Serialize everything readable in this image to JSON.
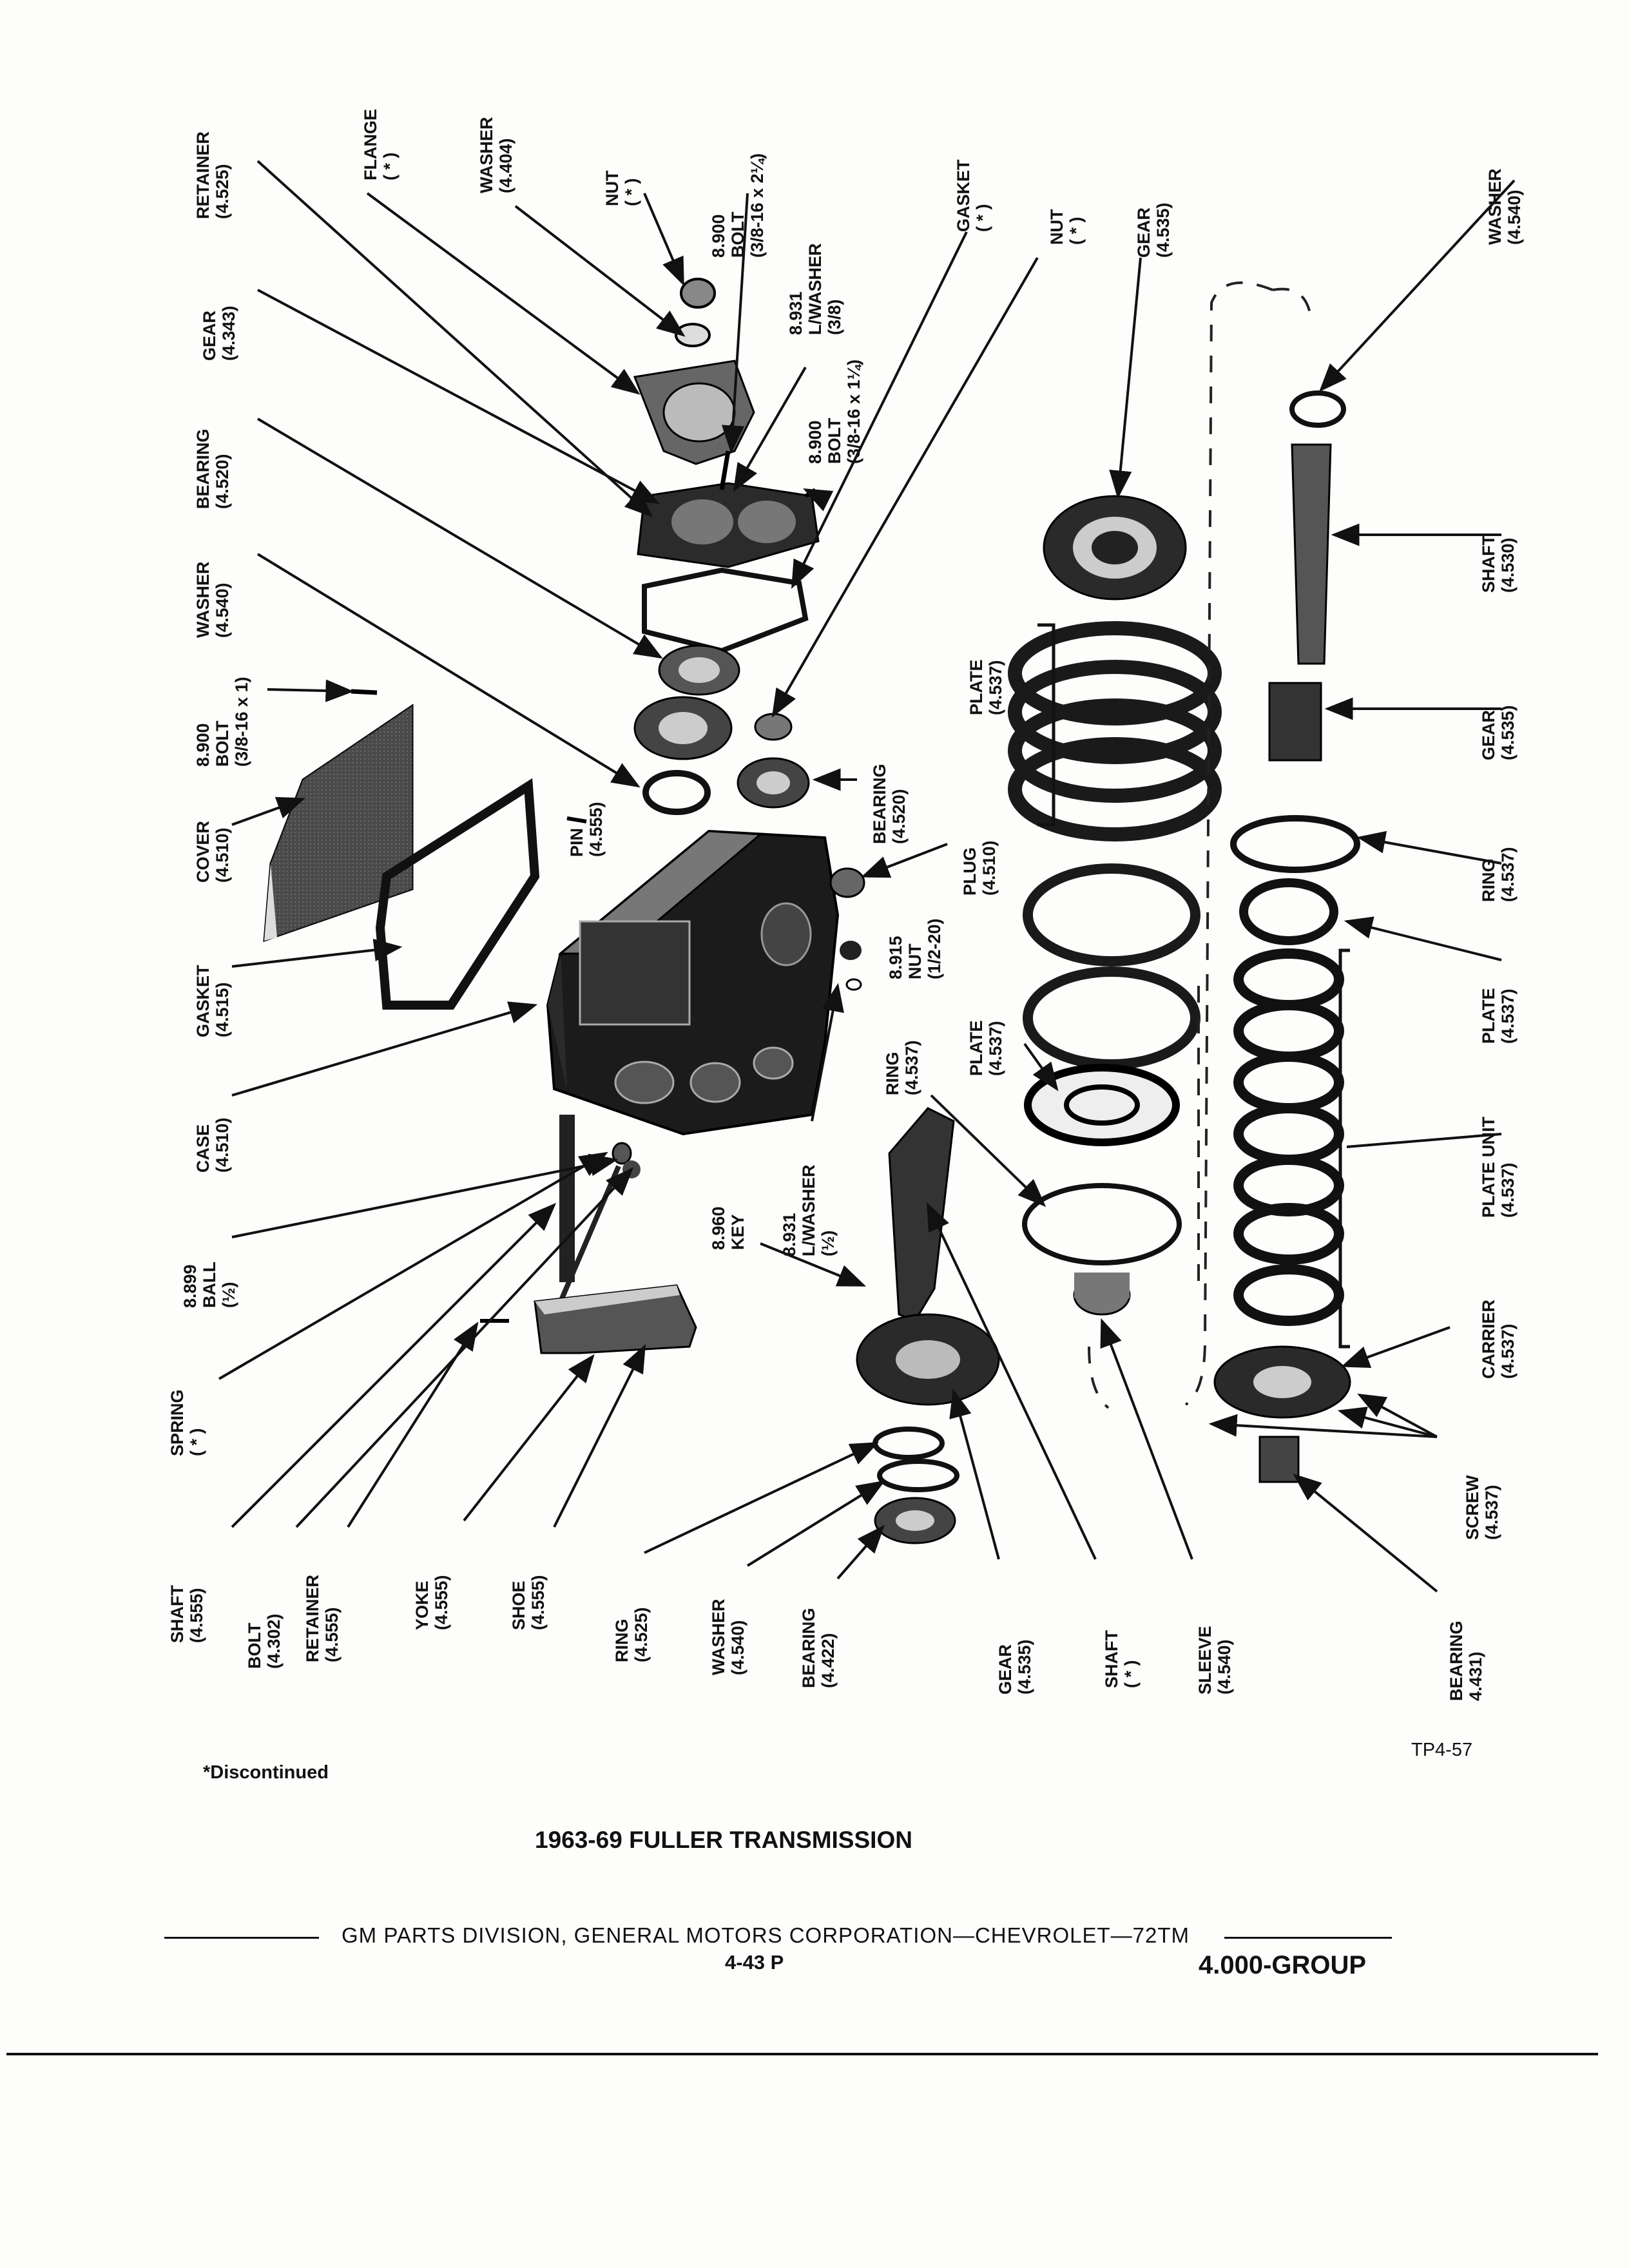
{
  "parts": [
    {
      "id": "retainer-4525",
      "name": "RETAINER",
      "ref": "(4.525)"
    },
    {
      "id": "flange",
      "name": "FLANGE",
      "ref": "( * )"
    },
    {
      "id": "washer-4404",
      "name": "WASHER",
      "ref": "(4.404)"
    },
    {
      "id": "nut-top",
      "name": "NUT",
      "ref": "( * )"
    },
    {
      "id": "bolt-8900-a",
      "num": "8.900",
      "name": "BOLT",
      "ref": "(3/8-16 x 2¼)"
    },
    {
      "id": "lwasher-8931-a",
      "num": "8.931",
      "name": "L/WASHER",
      "ref": "(3/8)"
    },
    {
      "id": "gasket-disc",
      "name": "GASKET",
      "ref": "( * )"
    },
    {
      "id": "nut-mid",
      "name": "NUT",
      "ref": "( * )"
    },
    {
      "id": "gear-4535-top",
      "name": "GEAR",
      "ref": "(4.535)"
    },
    {
      "id": "washer-4540-right",
      "name": "WASHER",
      "ref": "(4.540)"
    },
    {
      "id": "gear-4343",
      "name": "GEAR",
      "ref": "(4.343)"
    },
    {
      "id": "bolt-8900-b",
      "num": "8.900",
      "name": "BOLT",
      "ref": "(3/8-16 x 1¼)"
    },
    {
      "id": "bearing-4520-top",
      "name": "BEARING",
      "ref": "(4.520)"
    },
    {
      "id": "washer-4540-left",
      "name": "WASHER",
      "ref": "(4.540)"
    },
    {
      "id": "bolt-8900-c",
      "num": "8.900",
      "name": "BOLT",
      "ref": "(3/8-16 x 1)"
    },
    {
      "id": "plate-4537-a",
      "name": "PLATE",
      "ref": "(4.537)"
    },
    {
      "id": "shaft-4530",
      "name": "SHAFT",
      "ref": "(4.530)"
    },
    {
      "id": "gear-4535-right",
      "name": "GEAR",
      "ref": "(4.535)"
    },
    {
      "id": "bearing-4520-mid",
      "name": "BEARING",
      "ref": "(4.520)"
    },
    {
      "id": "cover-4510",
      "name": "COVER",
      "ref": "(4.510)"
    },
    {
      "id": "pin-4555",
      "name": "PIN",
      "ref": "(4.555)"
    },
    {
      "id": "plug-4510",
      "name": "PLUG",
      "ref": "(4.510)"
    },
    {
      "id": "ring-4537-right",
      "name": "RING",
      "ref": "(4.537)"
    },
    {
      "id": "nut-8915",
      "num": "8.915",
      "name": "NUT",
      "ref": "(1/2-20)"
    },
    {
      "id": "gasket-4515",
      "name": "GASKET",
      "ref": "(4.515)"
    },
    {
      "id": "plate-4537-b",
      "name": "PLATE",
      "ref": "(4.537)"
    },
    {
      "id": "plate-4537-right",
      "name": "PLATE",
      "ref": "(4.537)"
    },
    {
      "id": "plate-unit-4537",
      "name": "PLATE UNIT",
      "ref": "(4.537)"
    },
    {
      "id": "ring-4537-mid",
      "name": "RING",
      "ref": "(4.537)"
    },
    {
      "id": "case-4510",
      "name": "CASE",
      "ref": "(4.510)"
    },
    {
      "id": "lwasher-8931-b",
      "num": "8.931",
      "name": "L/WASHER",
      "ref": "(½)"
    },
    {
      "id": "key-8960",
      "num": "8.960",
      "name": "KEY",
      "ref": ""
    },
    {
      "id": "ball-8899",
      "num": "8.899",
      "name": "BALL",
      "ref": "(½)"
    },
    {
      "id": "carrier-4537",
      "name": "CARRIER",
      "ref": "(4.537)"
    },
    {
      "id": "spring",
      "name": "SPRING",
      "ref": "( * )"
    },
    {
      "id": "screw-4537",
      "name": "SCREW",
      "ref": "(4.537)"
    },
    {
      "id": "shaft-4555",
      "name": "SHAFT",
      "ref": "(4.555)"
    },
    {
      "id": "bolt-4302",
      "name": "BOLT",
      "ref": "(4.302)"
    },
    {
      "id": "retainer-4555",
      "name": "RETAINER",
      "ref": "(4.555)"
    },
    {
      "id": "yoke-4555",
      "name": "YOKE",
      "ref": "(4.555)"
    },
    {
      "id": "shoe-4555",
      "name": "SHOE",
      "ref": "(4.555)"
    },
    {
      "id": "ring-4525",
      "name": "RING",
      "ref": "(4.525)"
    },
    {
      "id": "washer-4540-bottom",
      "name": "WASHER",
      "ref": "(4.540)"
    },
    {
      "id": "bearing-4422",
      "name": "BEARING",
      "ref": "(4.422)"
    },
    {
      "id": "gear-4535-bottom",
      "name": "GEAR",
      "ref": "(4.535)"
    },
    {
      "id": "shaft-star",
      "name": "SHAFT",
      "ref": "( * )"
    },
    {
      "id": "sleeve-4540",
      "name": "SLEEVE",
      "ref": "(4.540)"
    },
    {
      "id": "bearing-4431",
      "name": "BEARING",
      "ref": "4.431)"
    }
  ],
  "figure_code": "TP4-57",
  "footnote": "*Discontinued",
  "title": "1963-69 FULLER TRANSMISSION",
  "footer": {
    "publisher": "GM PARTS DIVISION, GENERAL MOTORS CORPORATION—CHEVROLET—72TM",
    "page": "4-43  P",
    "group": "4.000-GROUP"
  }
}
